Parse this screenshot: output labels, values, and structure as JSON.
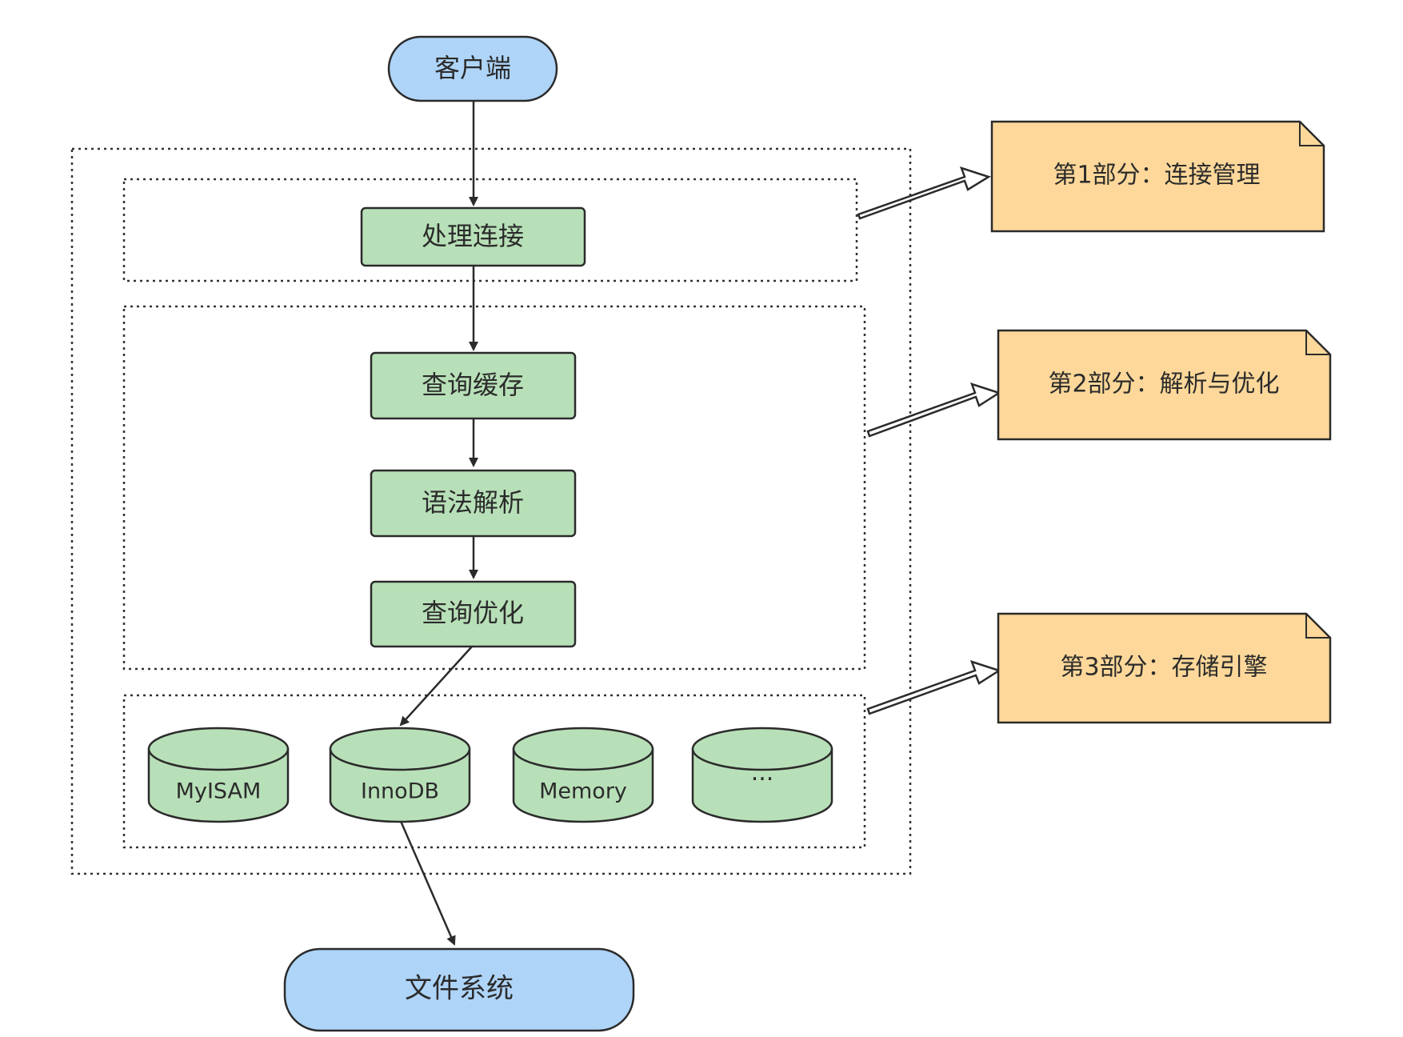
{
  "client": {
    "label": "客户端"
  },
  "connection_layer": {
    "handle_connection": "处理连接"
  },
  "parse_layer": {
    "query_cache": "查询缓存",
    "syntax_parse": "语法解析",
    "query_optimize": "查询优化"
  },
  "engine_layer": {
    "engines": [
      "MyISAM",
      "InnoDB",
      "Memory",
      "···"
    ]
  },
  "file_system": {
    "label": "文件系统"
  },
  "notes": [
    "第1部分：连接管理",
    "第2部分：解析与优化",
    "第3部分：存储引擎"
  ],
  "colors": {
    "terminal_fill": "#aed4f8",
    "process_fill": "#b8e0b8",
    "note_fill": "#fdd89a",
    "stroke": "#2b2b2b"
  }
}
